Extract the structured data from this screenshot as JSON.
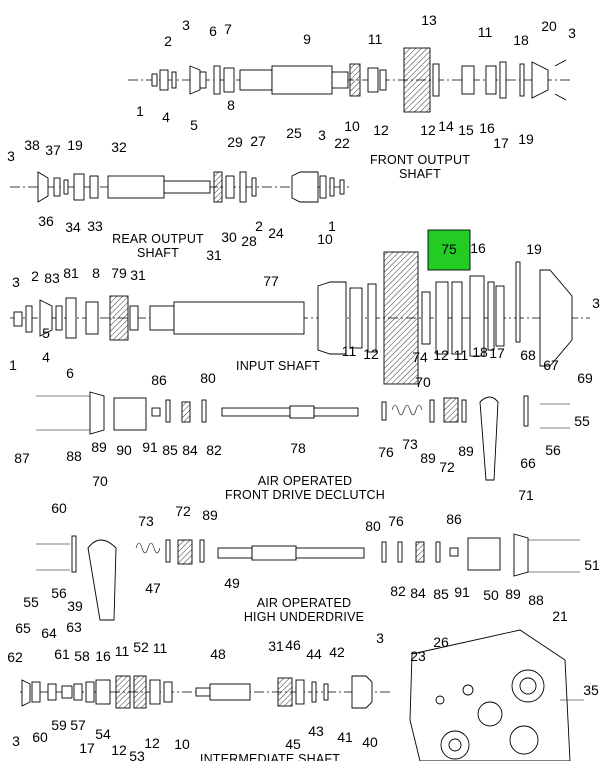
{
  "captions": {
    "front_output_shaft": [
      "FRONT OUTPUT",
      "SHAFT"
    ],
    "rear_output_shaft": [
      "REAR OUTPUT",
      "SHAFT"
    ],
    "input_shaft": "INPUT SHAFT",
    "air_front_declutch": [
      "AIR OPERATED",
      "FRONT DRIVE DECLUTCH"
    ],
    "air_high_underdrive": [
      "AIR OPERATED",
      "HIGH UNDERDRIVE"
    ],
    "intermediate_shaft": "INTERMEDIATE SHAFT"
  },
  "highlight": {
    "label": "75",
    "color": "#22cc22"
  },
  "callouts": {
    "front": [
      "1",
      "2",
      "3",
      "4",
      "5",
      "6",
      "7",
      "8",
      "9",
      "10",
      "11",
      "12",
      "12",
      "13",
      "14",
      "11",
      "15",
      "16",
      "17",
      "18",
      "19",
      "20",
      "3"
    ],
    "rear": [
      "38",
      "37",
      "19",
      "3",
      "32",
      "36",
      "34",
      "33",
      "29",
      "27",
      "25",
      "3",
      "22",
      "31",
      "30",
      "28",
      "2",
      "24",
      "1",
      "10"
    ],
    "input": [
      "3",
      "2",
      "83",
      "81",
      "8",
      "79",
      "31",
      "77",
      "4",
      "5",
      "1",
      "6",
      "11",
      "12",
      "74",
      "12",
      "11",
      "16",
      "18",
      "17",
      "19",
      "68",
      "67",
      "3"
    ],
    "declutch": [
      "86",
      "80",
      "70",
      "69",
      "87",
      "88",
      "89",
      "90",
      "91",
      "85",
      "84",
      "82",
      "78",
      "76",
      "73",
      "89",
      "72",
      "89",
      "55",
      "66",
      "56",
      "71"
    ],
    "underdrive": [
      "70",
      "60",
      "73",
      "72",
      "89",
      "80",
      "76",
      "86",
      "56",
      "55",
      "39",
      "47",
      "49",
      "82",
      "84",
      "85",
      "91",
      "50",
      "89",
      "88",
      "51"
    ],
    "intermediate": [
      "65",
      "64",
      "63",
      "62",
      "61",
      "58",
      "16",
      "11",
      "52",
      "11",
      "48",
      "31",
      "46",
      "44",
      "42",
      "3",
      "21",
      "26",
      "23",
      "35",
      "3",
      "60",
      "59",
      "57",
      "54",
      "17",
      "12",
      "53",
      "12",
      "10",
      "45",
      "43",
      "41",
      "40"
    ]
  }
}
